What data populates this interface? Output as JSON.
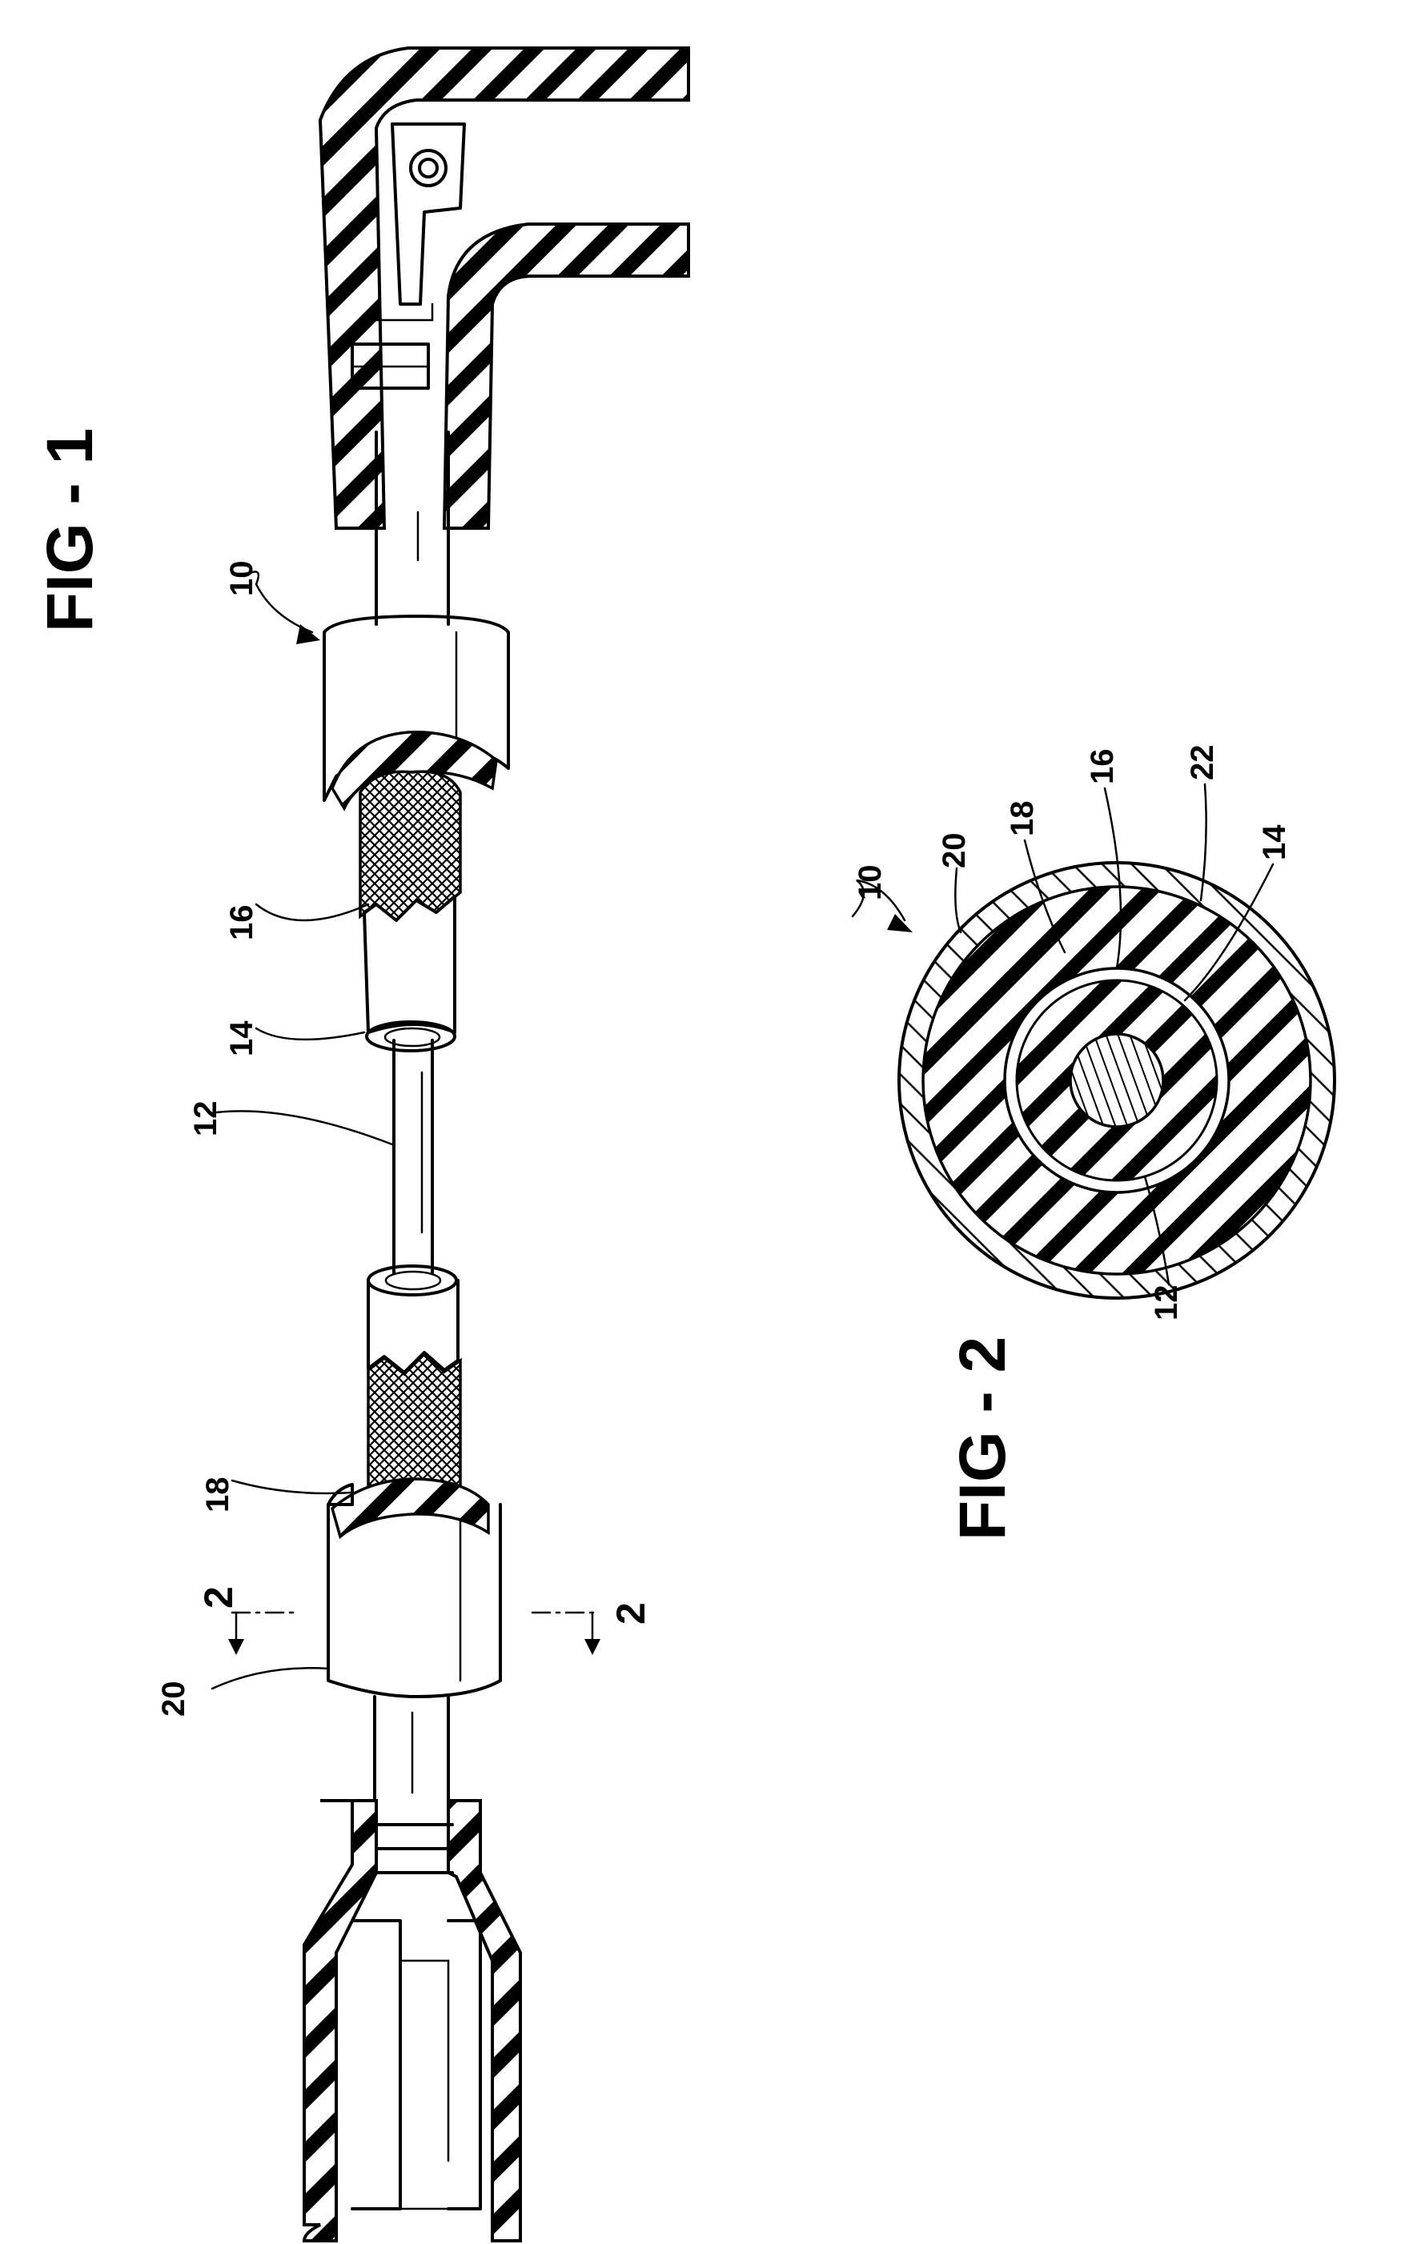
{
  "figures": [
    {
      "id": "fig1",
      "title": "FIG - 1",
      "refs": {
        "assembly": "10",
        "conductor": "12",
        "inner_layer": "14",
        "braid": "16",
        "jacket": "18",
        "sleeve": "20"
      },
      "section_marks": {
        "left": "2",
        "right": "2"
      }
    },
    {
      "id": "fig2",
      "title": "FIG - 2",
      "refs": {
        "assembly": "10",
        "sleeve": "20",
        "jacket": "18",
        "braid": "16",
        "bond": "22",
        "inner_layer": "14",
        "conductor": "12"
      }
    }
  ]
}
